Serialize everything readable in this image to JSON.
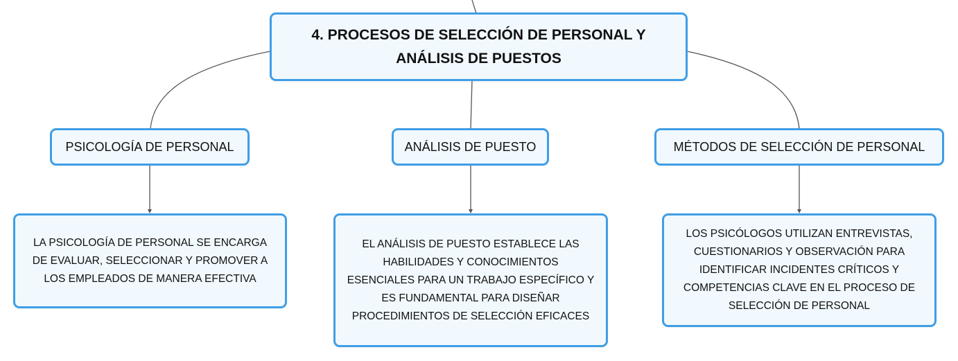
{
  "mind_map": {
    "root": {
      "title": "4. PROCESOS DE SELECCIÓN DE PERSONAL Y\nANÁLISIS DE PUESTOS"
    },
    "branches": [
      {
        "title": "PSICOLOGÍA DE PERSONAL",
        "detail": "LA PSICOLOGÍA DE PERSONAL SE ENCARGA\nDE EVALUAR, SELECCIONAR Y PROMOVER A\nLOS EMPLEADOS DE MANERA EFECTIVA"
      },
      {
        "title": "ANÁLISIS DE PUESTO",
        "detail": "EL ANÁLISIS DE PUESTO ESTABLECE LAS\nHABILIDADES Y CONOCIMIENTOS\nESENCIALES PARA UN TRABAJO ESPECÍFICO Y\nES FUNDAMENTAL PARA DISEÑAR\nPROCEDIMIENTOS DE SELECCIÓN EFICACES"
      },
      {
        "title": "MÉTODOS DE SELECCIÓN DE PERSONAL",
        "detail": "LOS PSICÓLOGOS UTILIZAN ENTREVISTAS,\nCUESTIONARIOS Y OBSERVACIÓN PARA\nIDENTIFICAR INCIDENTES CRÍTICOS Y\nCOMPETENCIAS CLAVE EN EL PROCESO DE\nSELECCIÓN DE PERSONAL"
      }
    ],
    "colors": {
      "node_fill": "#f1f9fe",
      "node_border": "#3f9ee6",
      "connector": "#555555",
      "text": "#111111"
    }
  }
}
